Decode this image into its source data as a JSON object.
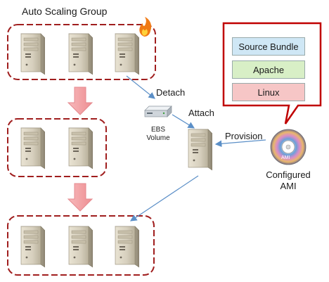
{
  "title": "Auto Scaling Group",
  "labels": {
    "detach": "Detach",
    "attach": "Attach",
    "provision": "Provision",
    "ebs_line1": "EBS",
    "ebs_line2": "Volume",
    "configured_line1": "Configured",
    "configured_line2": "AMI",
    "ami_disc_text": "AMI"
  },
  "stack": {
    "source_bundle": "Source Bundle",
    "apache": "Apache",
    "linux": "Linux"
  },
  "colors": {
    "group_border": "#a01e1e",
    "arrow_pink": "#f4a3a6",
    "arrow_blue": "#5b8fc7",
    "stack_frame": "#c00000",
    "source_bundle_fill": "#cfe7f5",
    "apache_fill": "#d8efc6",
    "linux_fill": "#f6c6c6"
  }
}
